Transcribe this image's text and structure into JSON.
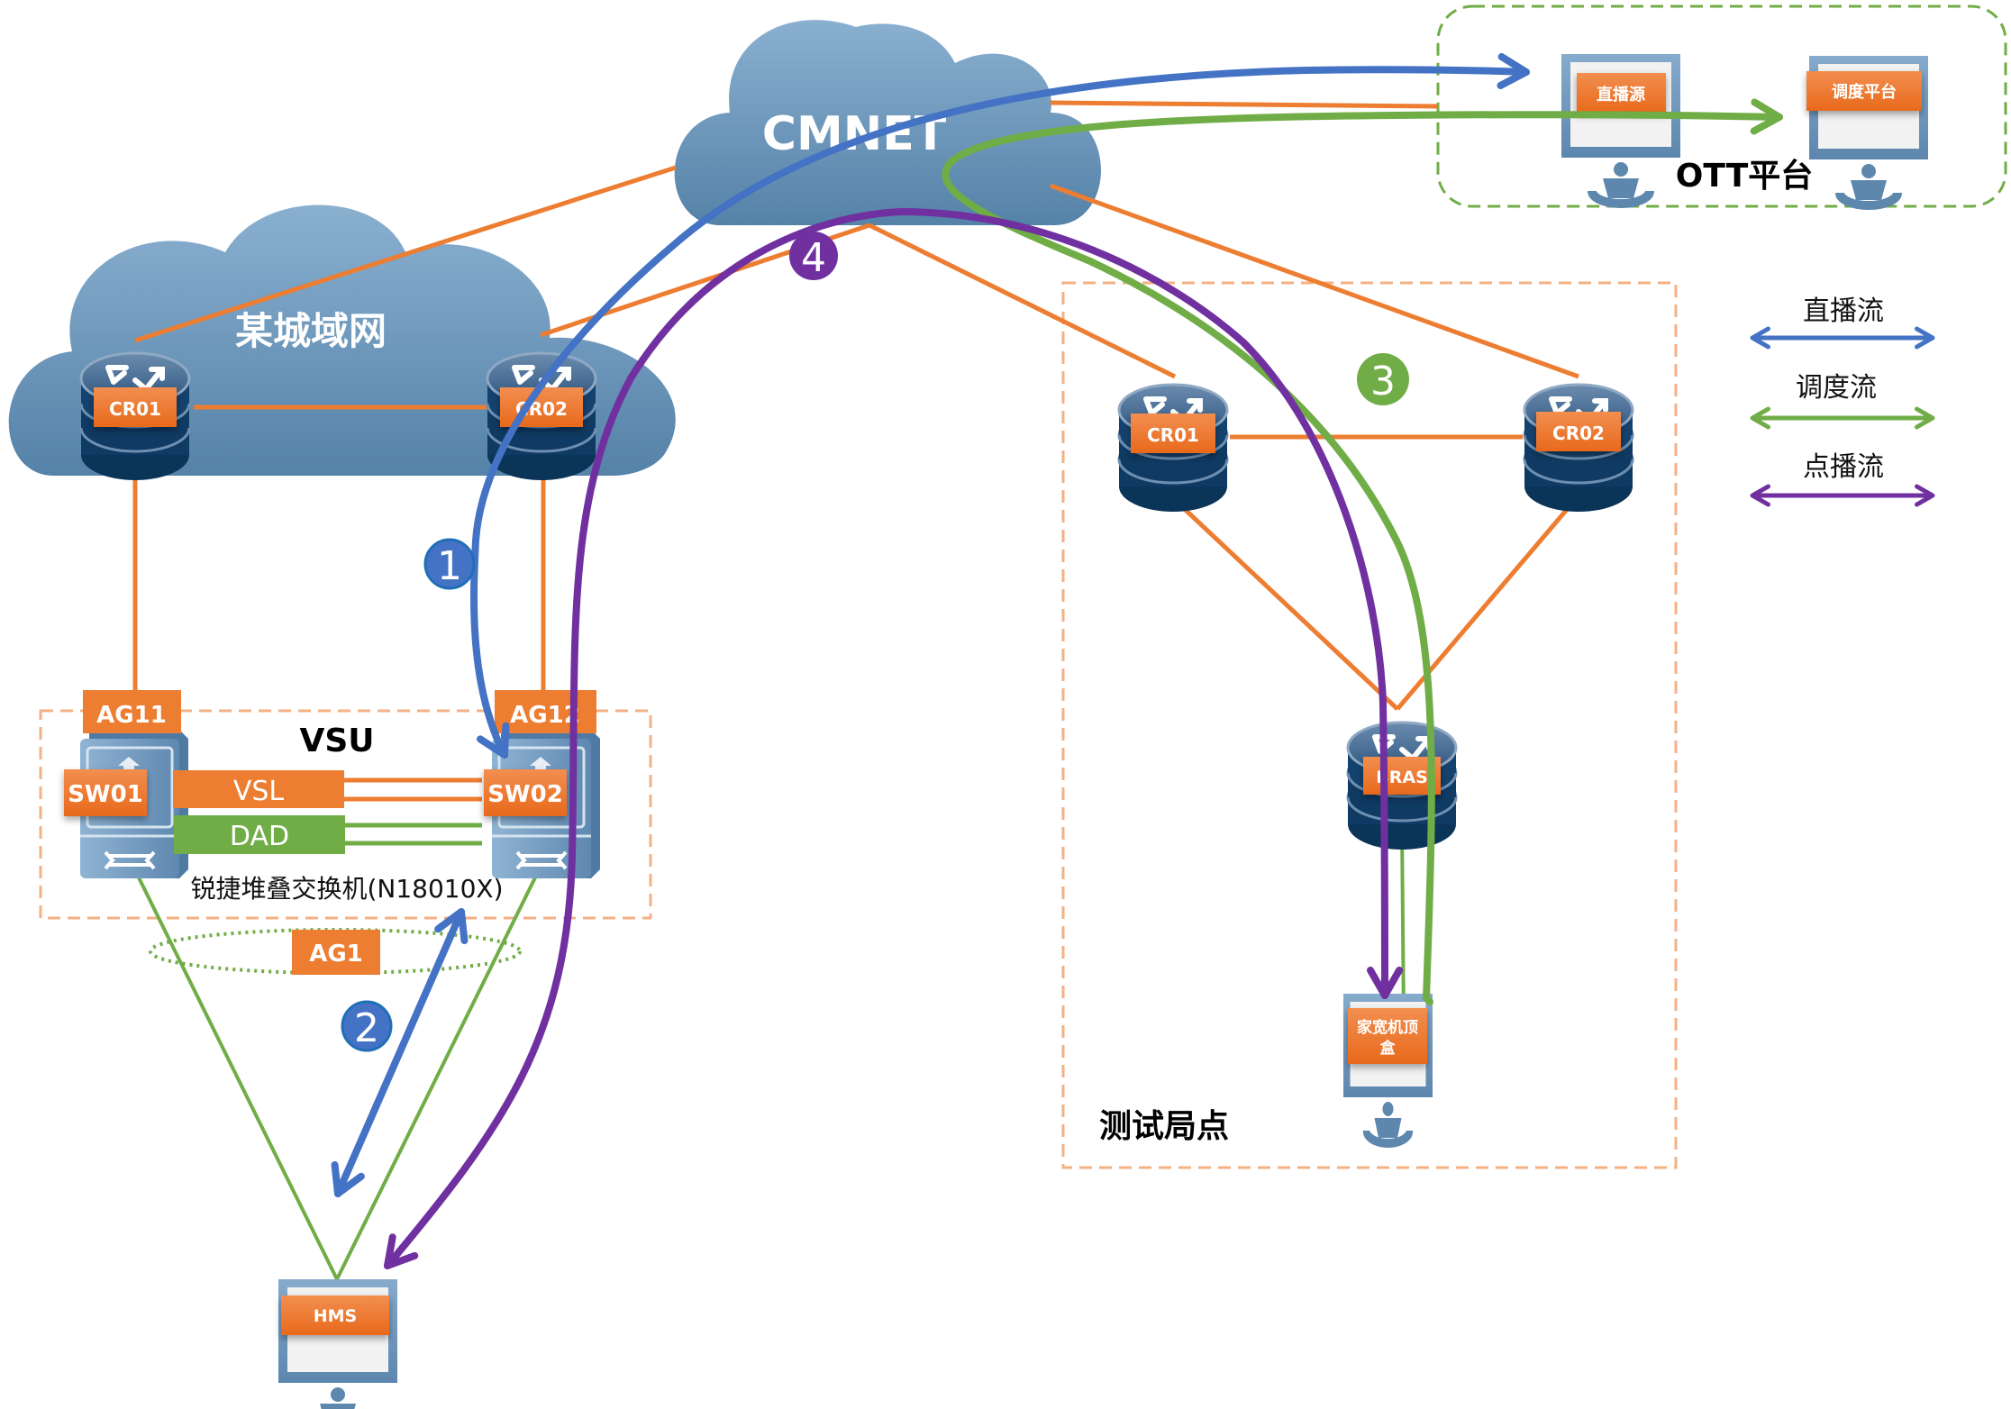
{
  "colors": {
    "live_flow": "#4472C4",
    "schedule_flow": "#70AD47",
    "vod_flow": "#7030A0",
    "link": "#ED7D31",
    "cloud": "#6A94BA",
    "router_body": "#0F3A63",
    "tag_orange": "#ED7D31"
  },
  "clouds": {
    "cmnet": {
      "label": "CMNET"
    },
    "metro": {
      "label": "某城域网"
    }
  },
  "metro": {
    "cr01": "CR01",
    "cr02": "CR02"
  },
  "vsu": {
    "title": "VSU",
    "ag11": "AG11",
    "ag12": "AG12",
    "sw01": "SW01",
    "sw02": "SW02",
    "vsl": "VSL",
    "dad": "DAD",
    "caption": "锐捷堆叠交换机(N18010X)",
    "ag1": "AG1"
  },
  "hms": {
    "label": "HMS"
  },
  "ott": {
    "title": "OTT平台",
    "live_source": "直播源",
    "schedule_platform": "调度平台"
  },
  "test_site": {
    "title": "测试局点",
    "cr01": "CR01",
    "cr02": "CR02",
    "bras": "BRAS",
    "stb_line1": "家宽机顶",
    "stb_line2": "盒"
  },
  "legend": {
    "items": [
      {
        "label": "直播流",
        "color": "#4472C4"
      },
      {
        "label": "调度流",
        "color": "#70AD47"
      },
      {
        "label": "点播流",
        "color": "#7030A0"
      }
    ]
  },
  "steps": {
    "s1": "1",
    "s2": "2",
    "s3": "3",
    "s4": "4"
  }
}
